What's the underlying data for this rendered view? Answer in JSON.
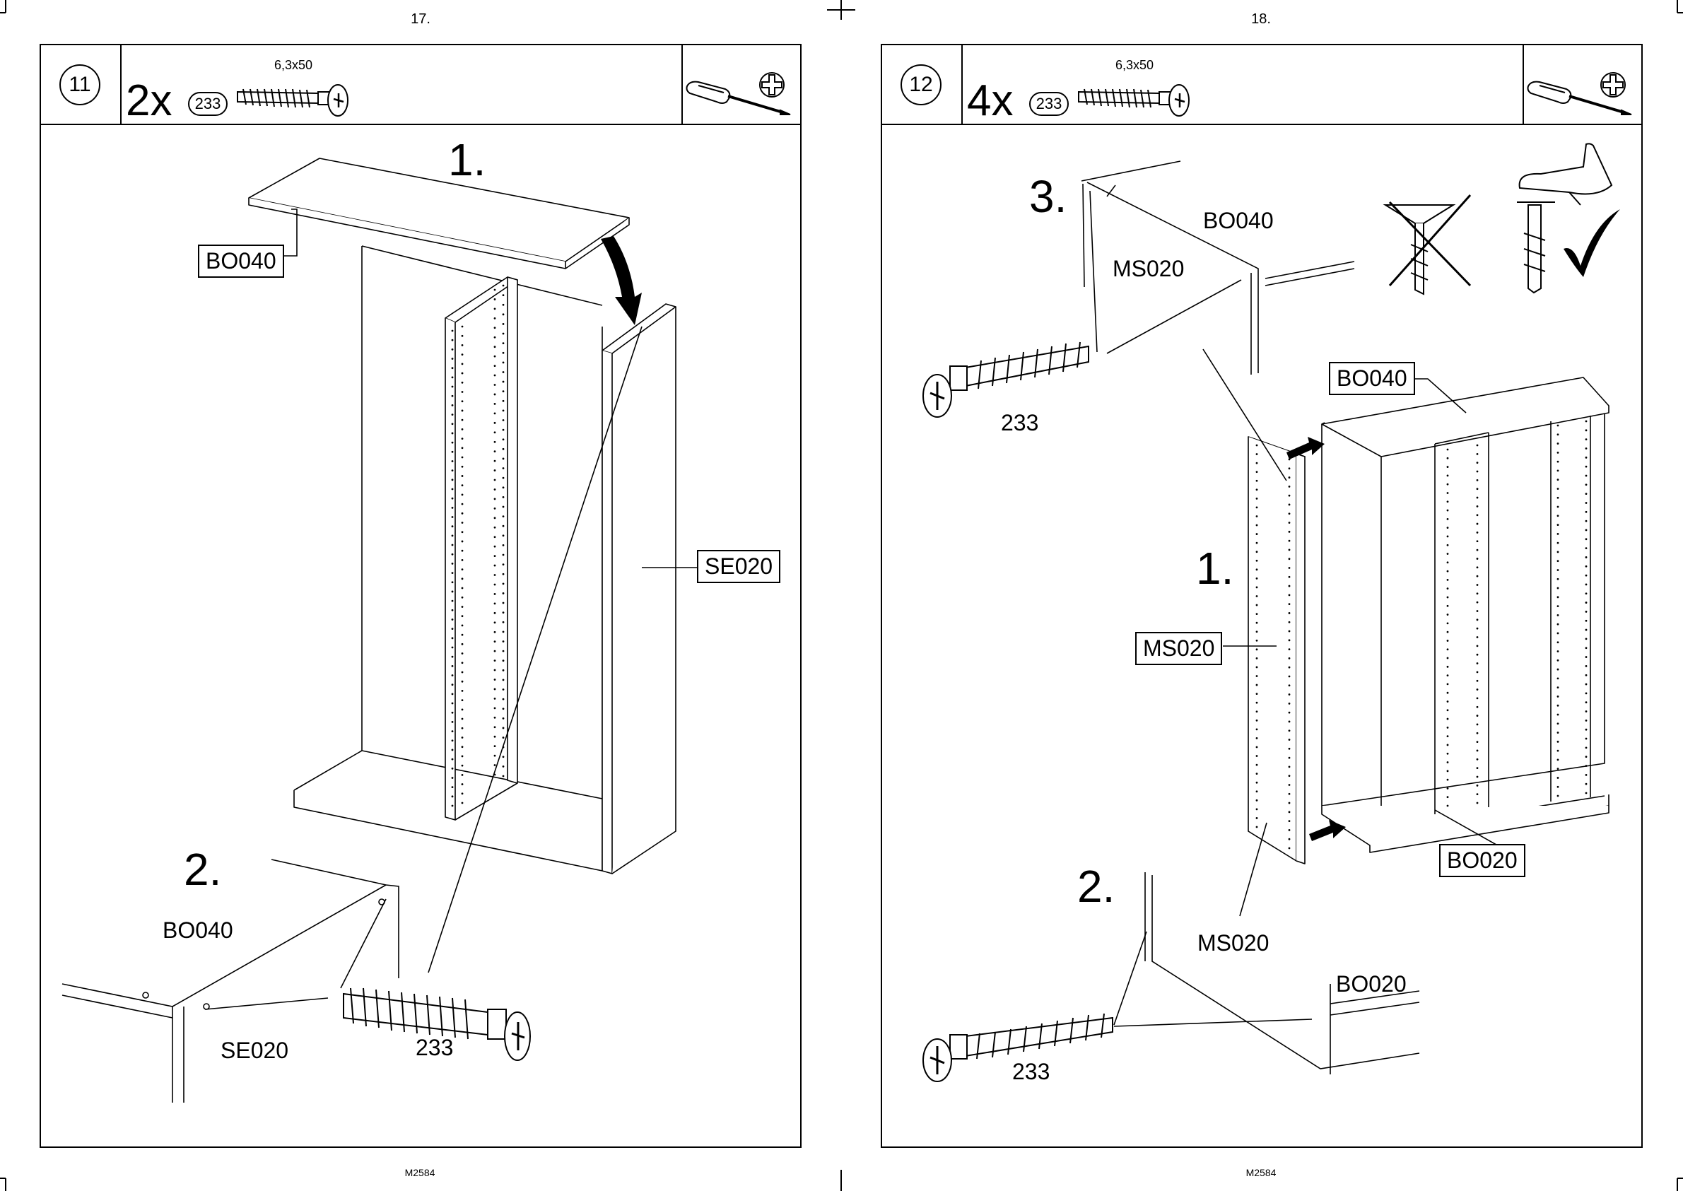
{
  "pages": [
    {
      "page_number": "17.",
      "footer": "M2584",
      "step": "11",
      "quantity": "2x",
      "part_number": "233",
      "screw_size": "6,3x50",
      "sub_step_1": "1.",
      "sub_step_2": "2.",
      "labels": {
        "top_panel": "BO040",
        "side_panel": "SE020",
        "detail_top": "BO040",
        "detail_side": "SE020",
        "screw_ref": "233"
      },
      "icons": [
        "screwdriver-icon",
        "phillips-head-icon",
        "screw-icon"
      ]
    },
    {
      "page_number": "18.",
      "footer": "M2584",
      "step": "12",
      "quantity": "4x",
      "part_number": "233",
      "screw_size": "6,3x50",
      "sub_step_1": "1.",
      "sub_step_2": "2.",
      "sub_step_3": "3.",
      "labels": {
        "top_panel": "BO040",
        "middle_panel": "MS020",
        "bottom_panel": "BO020",
        "detail3_top": "BO040",
        "detail3_mid": "MS020",
        "detail3_screw": "233",
        "detail2_mid": "MS020",
        "detail2_bottom": "BO020",
        "detail2_screw": "233"
      },
      "icons": [
        "screwdriver-icon",
        "phillips-head-icon",
        "screw-icon",
        "wrong-mark-icon",
        "correct-mark-icon"
      ]
    }
  ]
}
